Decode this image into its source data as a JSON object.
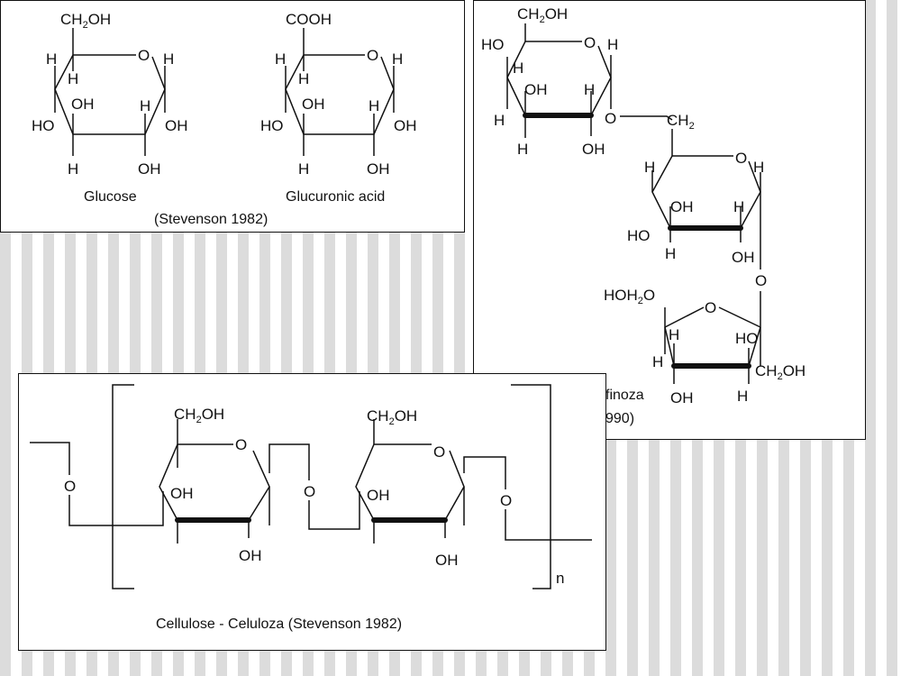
{
  "panel_glucose": {
    "ch2oh": "CH",
    "ch2oh_sub": "2",
    "ch2oh_end": "OH",
    "cooh": "COOH",
    "o": "O",
    "h": "H",
    "oh": "OH",
    "ho": "HO",
    "glucose_label": "Glucose",
    "glucuronic_label": "Glucuronic acid",
    "citation": "(Stevenson 1982)"
  },
  "panel_raffinose": {
    "ch2oh": "CH",
    "ch2oh_sub": "2",
    "ch2oh_end": "OH",
    "ch2": "CH",
    "ch2_sub": "2",
    "hoh2o": "HOH",
    "hoh2o_sub": "2",
    "hoh2o_end": "O",
    "o": "O",
    "h": "H",
    "oh": "OH",
    "ho": "HO",
    "caption_partial": "finoza",
    "citation_partial": "990)"
  },
  "panel_cellulose": {
    "ch2oh": "CH",
    "ch2oh_sub": "2",
    "ch2oh_end": "OH",
    "o": "O",
    "oh": "OH",
    "n": "n",
    "caption": "Cellulose - Celuloza  (Stevenson 1982)"
  }
}
